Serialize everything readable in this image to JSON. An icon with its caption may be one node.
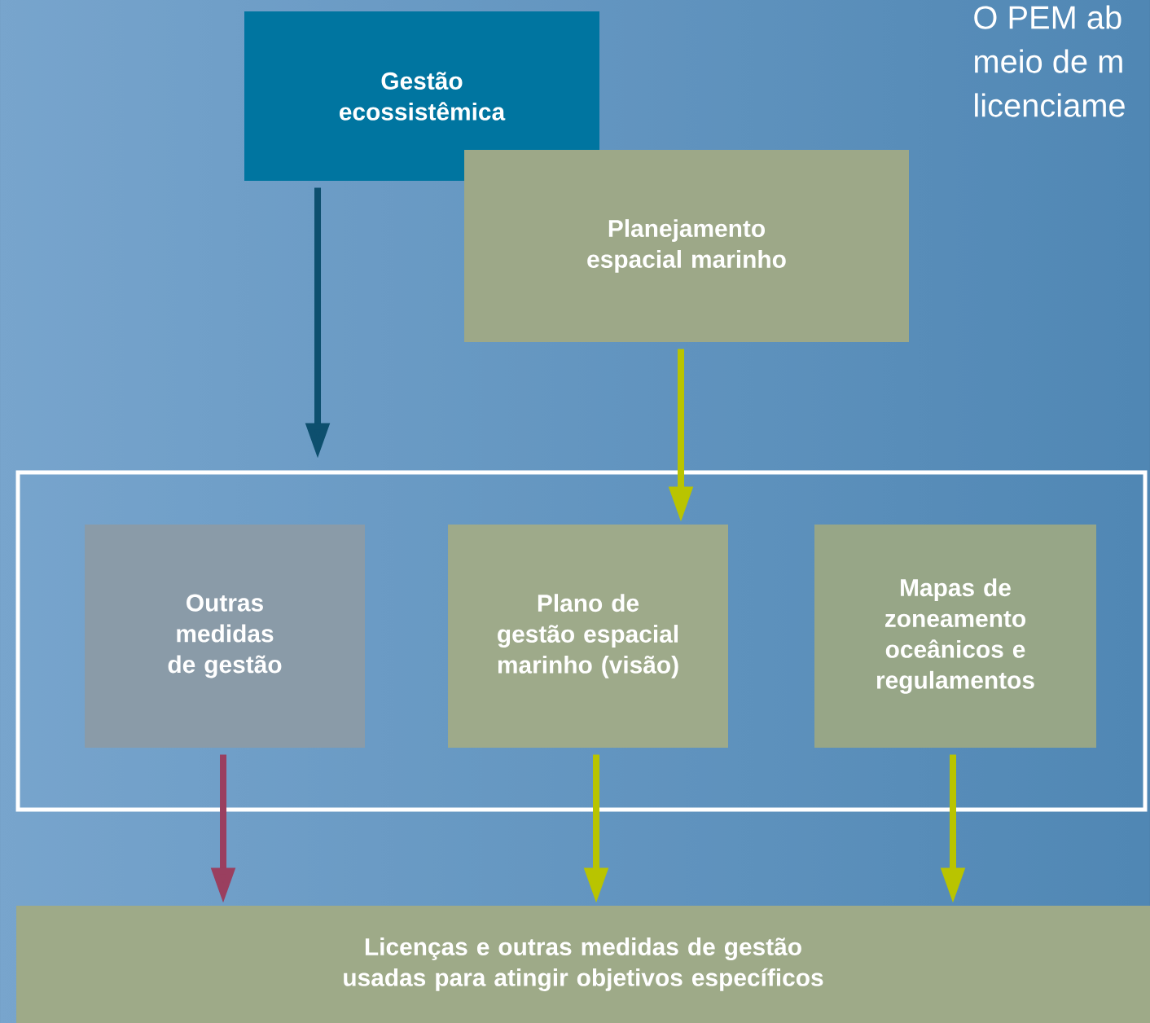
{
  "diagram": {
    "nodes": [
      {
        "text": [
          "Gestão ecossistêmica"
        ]
      },
      {
        "text": [
          "Planejamento espacial marinho"
        ]
      },
      {
        "text": [],
        "shape": "box"
      },
      {
        "text": [
          "Outras medidas de gestão"
        ],
        "in": 2
      },
      {
        "text": [
          "Plano de gestão espacial marinho (visão)"
        ],
        "in": 2
      },
      {
        "text": [
          "Mapas de zoneamento oceânicos e regulamentos"
        ],
        "in": 2
      },
      {
        "text": [
          "Licenças e outras medidas de gestão usadas para atingir objetivos específicos"
        ]
      }
    ],
    "edges": [
      {
        "from": 0,
        "to": 2,
        "arrow": "to",
        "color": "#0d4f6e"
      },
      {
        "from": 1,
        "to": 4,
        "arrow": "to"
      },
      {
        "from": 3,
        "to": 6,
        "arrow": "to",
        "color": "#9a3f5f"
      },
      {
        "from": 4,
        "to": 6,
        "arrow": "to"
      },
      {
        "from": 5,
        "to": 6,
        "arrow": "to"
      }
    ],
    "labels": [
      "O PEM ab",
      "meio de m",
      "licenciame"
    ]
  }
}
